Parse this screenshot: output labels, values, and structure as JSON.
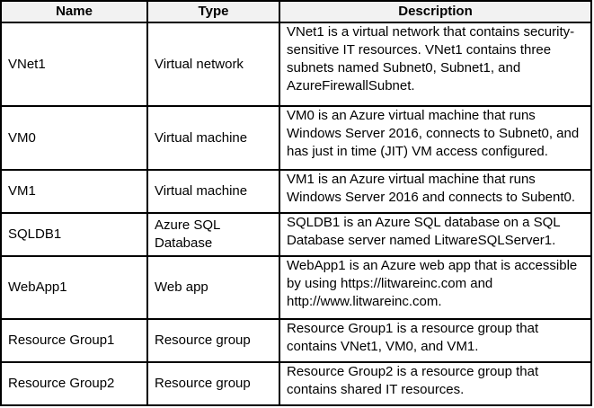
{
  "table": {
    "headers": [
      "Name",
      "Type",
      "Description"
    ],
    "rows": [
      {
        "name": "VNet1",
        "type": "Virtual network",
        "description": "VNet1 is a virtual network that contains security-sensitive IT resources. VNet1 contains three subnets named Subnet0, Subnet1, and AzureFirewallSubnet."
      },
      {
        "name": "VM0",
        "type": "Virtual machine",
        "description": "VM0 is an Azure virtual machine that runs Windows Server 2016, connects to Subnet0, and has just in time (JIT) VM access configured."
      },
      {
        "name": "VM1",
        "type": "Virtual machine",
        "description": "VM1 is an Azure virtual machine that runs Windows Server 2016 and connects to Subent0."
      },
      {
        "name": "SQLDB1",
        "type": "Azure SQL Database",
        "description": "SQLDB1 is an Azure SQL database on a SQL Database server named LitwareSQLServer1."
      },
      {
        "name": "WebApp1",
        "type": "Web app",
        "description": "WebApp1 is an Azure web app that is accessible by using https://litwareinc.com and http://www.litwareinc.com."
      },
      {
        "name": "Resource Group1",
        "type": "Resource group",
        "description": "Resource Group1 is a resource group that contains VNet1, VM0, and VM1."
      },
      {
        "name": "Resource Group2",
        "type": "Resource group",
        "description": "Resource Group2 is a resource group that contains shared IT resources."
      }
    ],
    "colors": {
      "border": "#000000",
      "header_bg": "#f2f2f2",
      "body_bg": "#ffffff",
      "text": "#000000"
    }
  }
}
